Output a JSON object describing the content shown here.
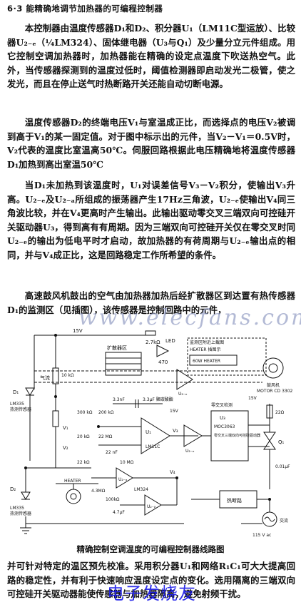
{
  "heading": "6·3  能精确地调节加热器的可编程控制器",
  "paragraphs": [
    "本控制器由温度传感器D₁和D₂、积分器U₁（LM11C型运放）、比较器U₂₋ₑ（¼LM324）、固体继电器（U₃与Q₁）及少量分立元件组成。用它控制空调加热器时，加热器能在精确的设定点温度下吹送热空气。此外，当传感器探测到的温度过低时，阈值检测器即启动发光二极管，使之发光，而且在停止送气时热断路开关还能自动切断电源。",
    "温度传感器D₂的终端电压V₁与室温成正比，而选择点的电压V₂被调到高于V₁的某一固定值。对于图中标示出的元件，当V₂－V₁＝0.5V时，V₂代表的温度比室温高50℃。伺服回路根据此电压精确地将温度传感器D₁加热到高出室温50℃",
    "当D₁未加热到该温度时，U₁对误差信号V₃－V₂积分，使输出V₃升高。U₂₋ₑ及U₂₋ₐ所组成的振荡器产生17Hz三角波，U₂₋ₑ使输出V₄同三角波比较，并在V₄更高时产生输出。此输出驱动零交叉三端双向可控硅开关驱动器U₃，得到高有有周期。因为三端双向可控硅开关仅在零交叉时同U₂₋ₑ的输出为低电平时才启动，故加热器的有荷周期与U₂₋ₑ输出点的相同，并与V₄成正比，这是回路稳定工作所希望的条件。",
    "高速鼓风机鼓出的空气由加热器加热后经扩散器区到达置有热传感器D₁的监测区（见插图），该传感器是控制回路中的元件，",
    "并可针对特定的温区预先校准。采用积分器U₁和网络R₁C₁可大大提高回路的稳定性，并有利于快速响应温度设定点的变化。选用隔离的三端双向可控硅开关驱动器能使传感器与加热器隔离，避免射频干扰。"
  ],
  "watermark": "www.elecfans.com",
  "caption": "精确控制空调温度的可编程控制器线路图",
  "footer_logo": "电子发烧友",
  "circuit_labels": {
    "v15_top": "15V",
    "v15_mid": "15V",
    "v15_right": "15V",
    "r27k": "2.7kΩ",
    "led": "LED",
    "r_470": "470",
    "diffuser": "扩散器区",
    "sensing_zone_header": "监测区附近上截图",
    "heater_dim": "HEATER 插图示",
    "heater_box": "60W HEATER",
    "blower": "鼓风机",
    "blower_model": "MOTOR CD 3302",
    "air_flow": "气流",
    "d1": "D₁",
    "lm335_top": "LM335",
    "lm335_top_note": "热测传感器",
    "v1": "V₁",
    "v2": "V₂",
    "v3": "V₃",
    "v4": "V₄",
    "r10k": "10 kΩ",
    "r300k": "300 kΩ",
    "r200k": "200 kΩ",
    "r22m": "22 MΩ",
    "r20k": "20 kΩ",
    "c33nf": "3.3nF",
    "c_sw": "3.3μF 聚碳酸酯",
    "r10m": "10 MΩ",
    "r22k": "22 kΩ",
    "r4p3m": "4.3MΩ",
    "r100k": "100kΩ",
    "c47nf": "4.7μF",
    "c22nf": "22 nF",
    "d2": "D₂",
    "lm335_bot": "LM335",
    "lm335_bot_note": "热测传感器",
    "heater_label": "HEATER",
    "u1": "U₁",
    "u1_model": "LM11C",
    "u2a": "U₂₋ₐ",
    "u2b": "U₂₋ᵦ",
    "u2c": "U₂₋ₑ",
    "u2d": "U₂₋ₑ",
    "lm324": "LM324",
    "u3": "U₃",
    "u3_model": "MOC3063",
    "u3_note": "零交叉三端双向可控硅驱动器",
    "zero_cross": "零交叉检测",
    "q1": "Q₁",
    "r_ohm": "22Ω",
    "c01": "0.01μF",
    "thermostat": "热断路",
    "ac_source": "115 V ac",
    "ac_note": "交流"
  }
}
